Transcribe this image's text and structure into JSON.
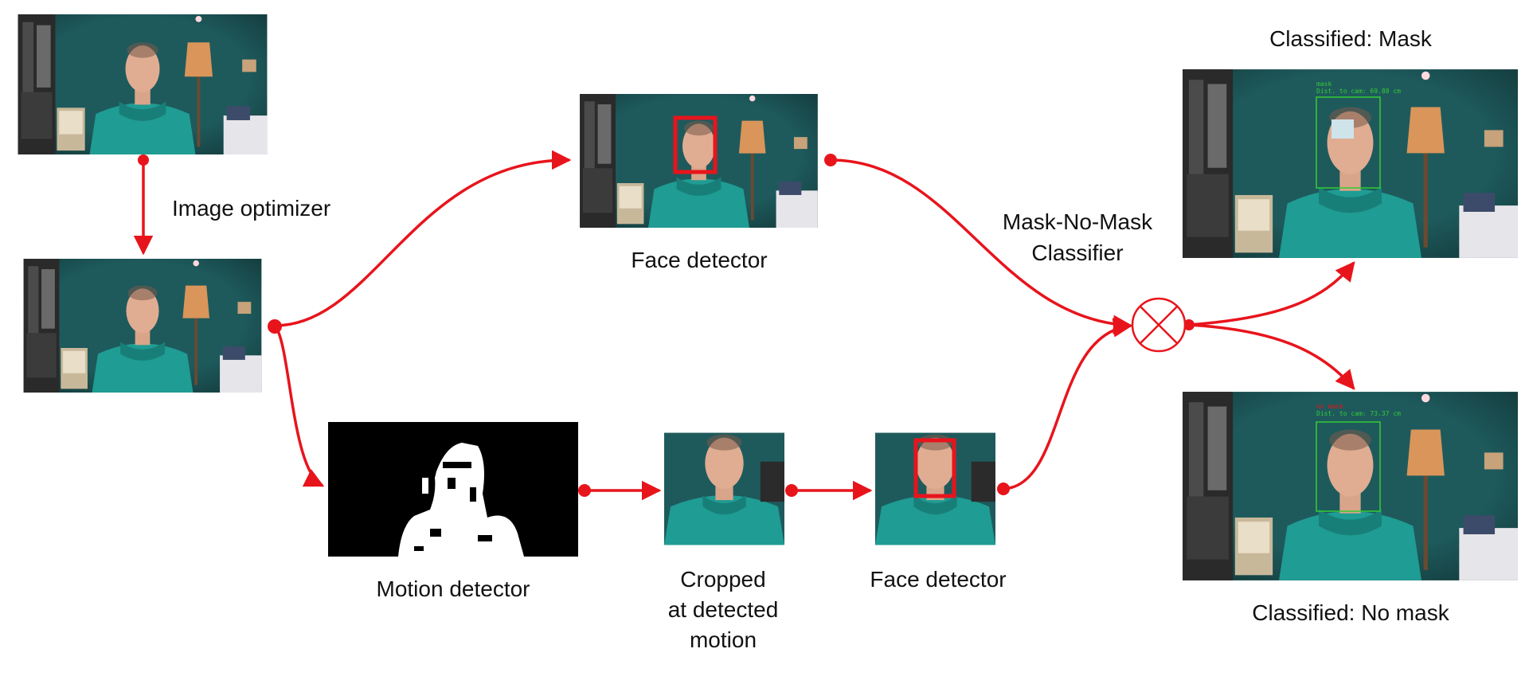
{
  "labels": {
    "image_optimizer": "Image optimizer",
    "face_detector_top": "Face detector",
    "motion_detector": "Motion detector",
    "cropped_line1": "Cropped",
    "cropped_line2": "at detected",
    "cropped_line3": "motion",
    "face_detector_bottom": "Face detector",
    "classifier_line1": "Mask-No-Mask",
    "classifier_line2": "Classifier",
    "classified_mask": "Classified: Mask",
    "classified_no_mask": "Classified: No mask"
  },
  "overlays": {
    "mask_class": "mask",
    "mask_distance": "Dist. to cam: 69.88 cm",
    "nomask_class": "no mask",
    "nomask_distance": "Dist. to cam: 73.37 cm"
  },
  "colors": {
    "arrow": "#e8141c",
    "face_box": "#e8141c",
    "classifier_box": "#33cc33",
    "wall": "#1e5a5c",
    "hoodie": "#1f9c93",
    "lamp": "#d9955a"
  },
  "icons": {
    "combiner": "circled-x-icon"
  }
}
